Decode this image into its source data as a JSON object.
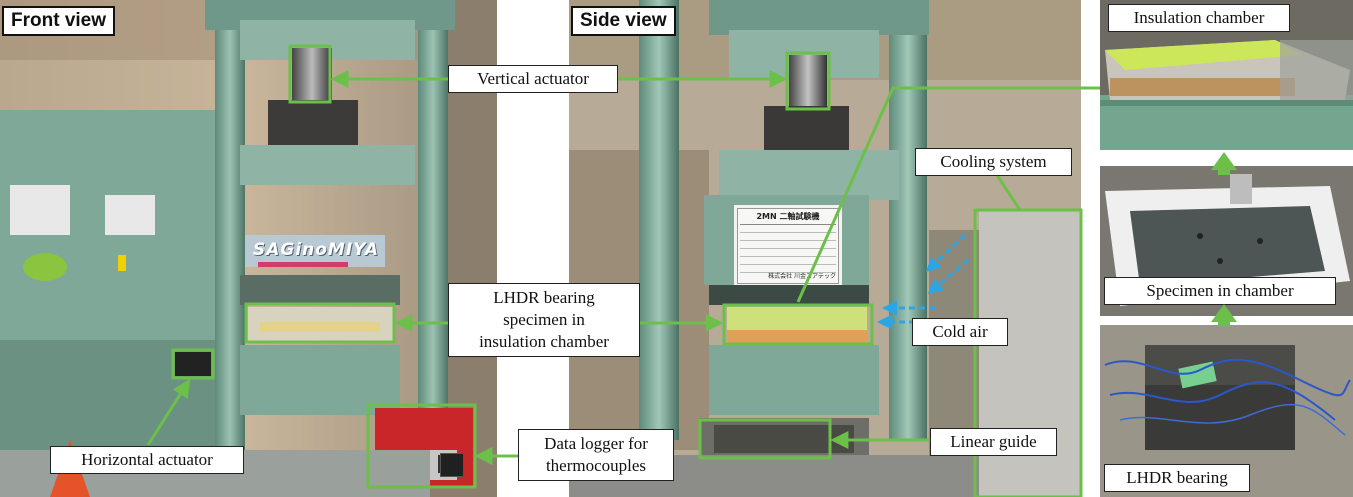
{
  "panels": {
    "front": {
      "title": "Front view"
    },
    "side": {
      "title": "Side view"
    }
  },
  "labels": {
    "vertical_actuator": "Vertical actuator",
    "lhdr_specimen_line1": "LHDR bearing",
    "lhdr_specimen_line2": "specimen in",
    "lhdr_specimen_line3": "insulation chamber",
    "horizontal_actuator": "Horizontal actuator",
    "data_logger_line1": "Data logger for",
    "data_logger_line2": "thermocouples",
    "cooling_system": "Cooling system",
    "cold_air": "Cold air",
    "linear_guide": "Linear guide",
    "insulation_chamber": "Insulation chamber",
    "specimen_in_chamber": "Specimen in chamber",
    "lhdr_bearing": "LHDR bearing"
  },
  "machine_plate": {
    "heading": "2MN 二軸試験機",
    "maker": "株式会社 川金コアテック"
  },
  "brand_sign": "SAGinoMIYA",
  "colors": {
    "highlight_green": "#6cc04a",
    "machine_green": "#7fa898",
    "cold_air_blue": "#2aa6e6"
  }
}
